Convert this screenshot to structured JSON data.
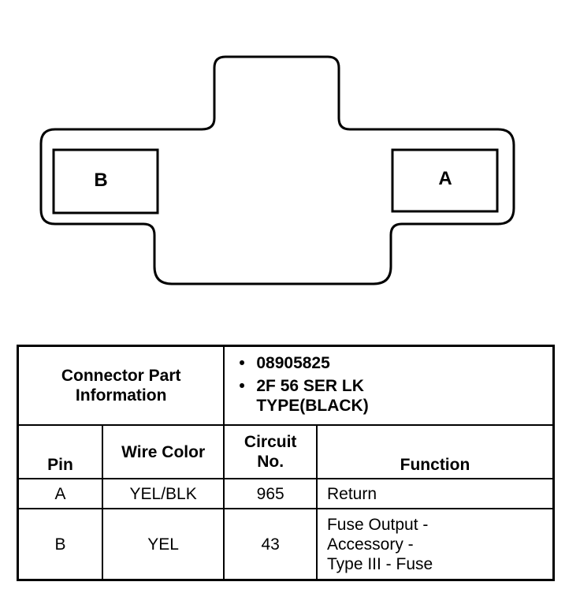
{
  "connector": {
    "cavity_left_label": "B",
    "cavity_right_label": "A"
  },
  "table": {
    "part_info_label_line1": "Connector Part",
    "part_info_label_line2": "Information",
    "part_numbers": [
      "08905825",
      "2F 56 SER LK",
      "TYPE(BLACK)"
    ],
    "headers": {
      "pin": "Pin",
      "wire_color": "Wire Color",
      "circuit_line1": "Circuit",
      "circuit_line2": "No.",
      "function": "Function"
    },
    "rows": [
      {
        "pin": "A",
        "wire_color": "YEL/BLK",
        "circuit": "965",
        "function_lines": [
          "Return"
        ]
      },
      {
        "pin": "B",
        "wire_color": "YEL",
        "circuit": "43",
        "function_lines": [
          "Fuse Output -",
          "Accessory -",
          "Type III - Fuse"
        ]
      }
    ]
  }
}
